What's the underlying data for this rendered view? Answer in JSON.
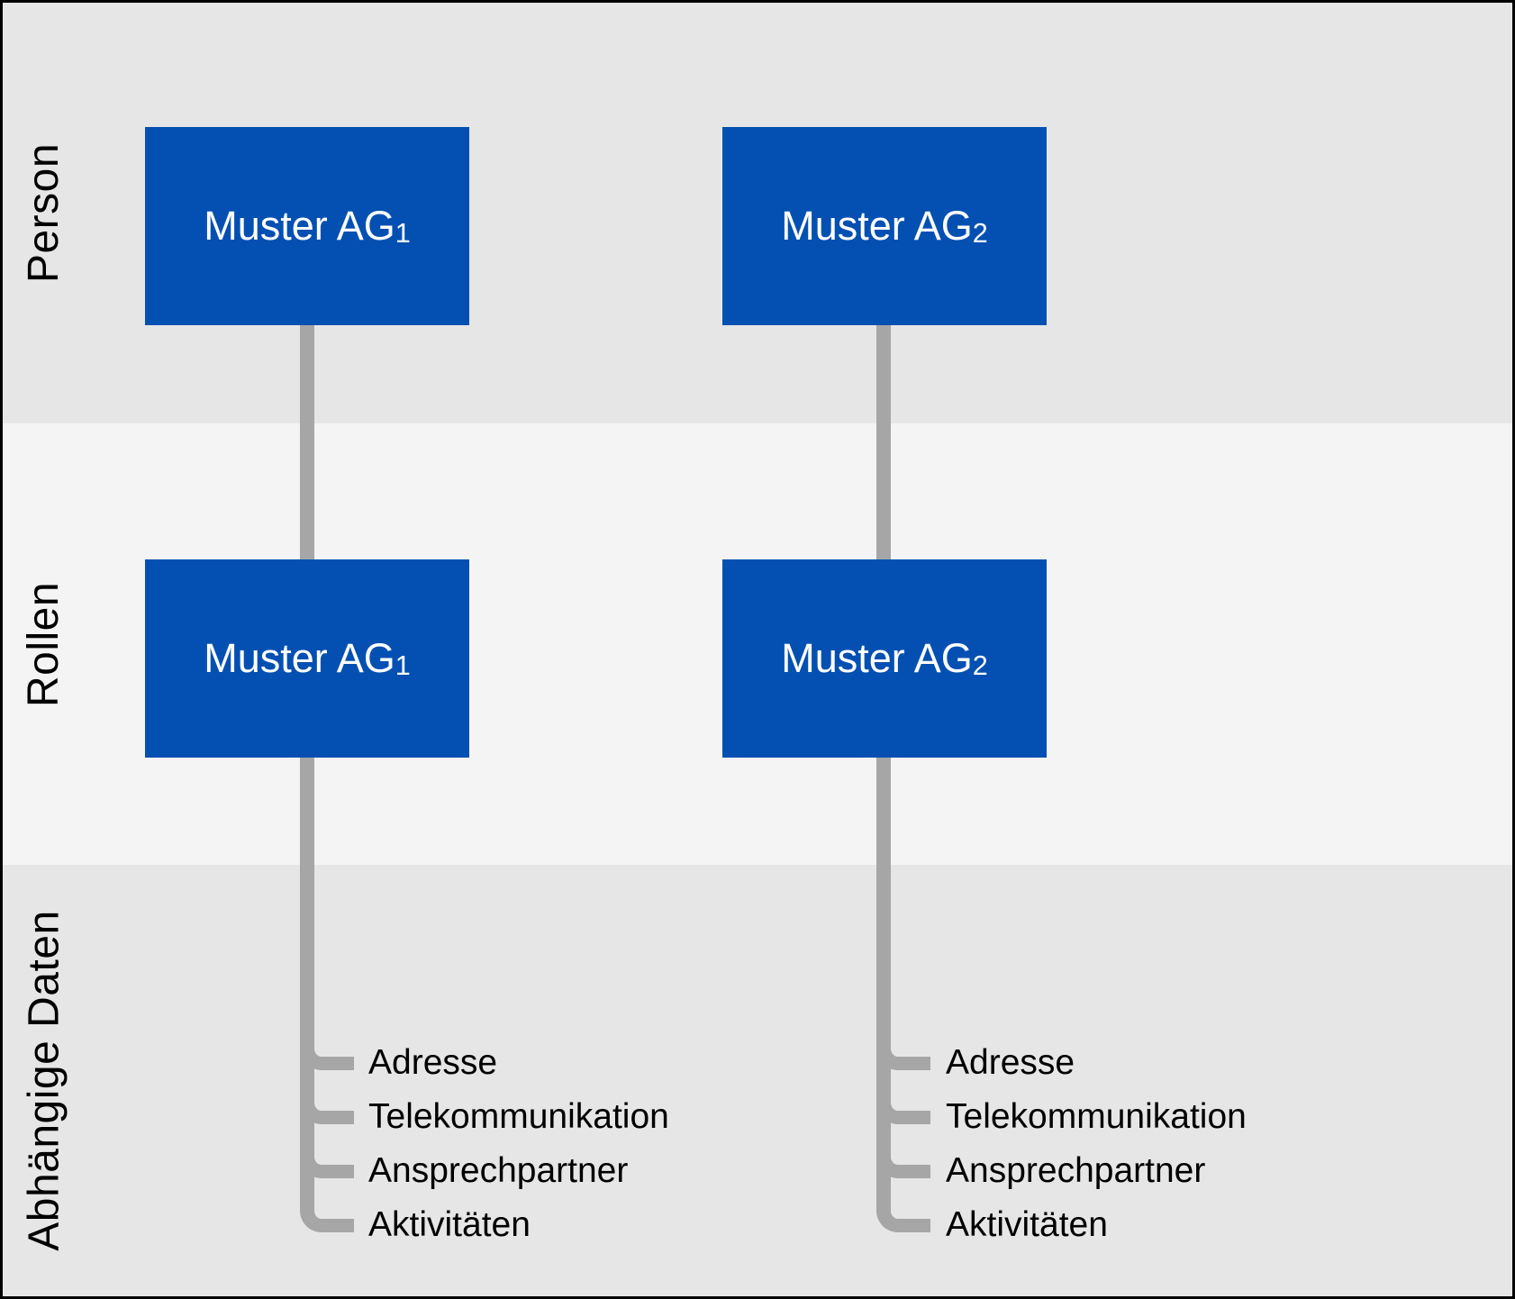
{
  "bands": [
    {
      "label": "Person"
    },
    {
      "label": "Rollen"
    },
    {
      "label": "Abhängige Daten"
    }
  ],
  "columns": [
    {
      "person_box": {
        "label": "Muster AG",
        "subscript": "1"
      },
      "roles_box": {
        "label": "Muster AG",
        "subscript": "1"
      },
      "dependent_items": [
        "Adresse",
        "Telekommunikation",
        "Ansprechpartner",
        "Aktivitäten"
      ]
    },
    {
      "person_box": {
        "label": "Muster AG",
        "subscript": "2"
      },
      "roles_box": {
        "label": "Muster AG",
        "subscript": "2"
      },
      "dependent_items": [
        "Adresse",
        "Telekommunikation",
        "Ansprechpartner",
        "Aktivitäten"
      ]
    }
  ],
  "colors": {
    "box_fill": "#0450b2",
    "box_text": "#ffffff",
    "connector_gray": "#a6a6a6",
    "band_outer_gray": "#e6e6e6",
    "band_middle_gray": "#f4f4f4",
    "frame_border": "#000000",
    "label_text": "#000000"
  }
}
